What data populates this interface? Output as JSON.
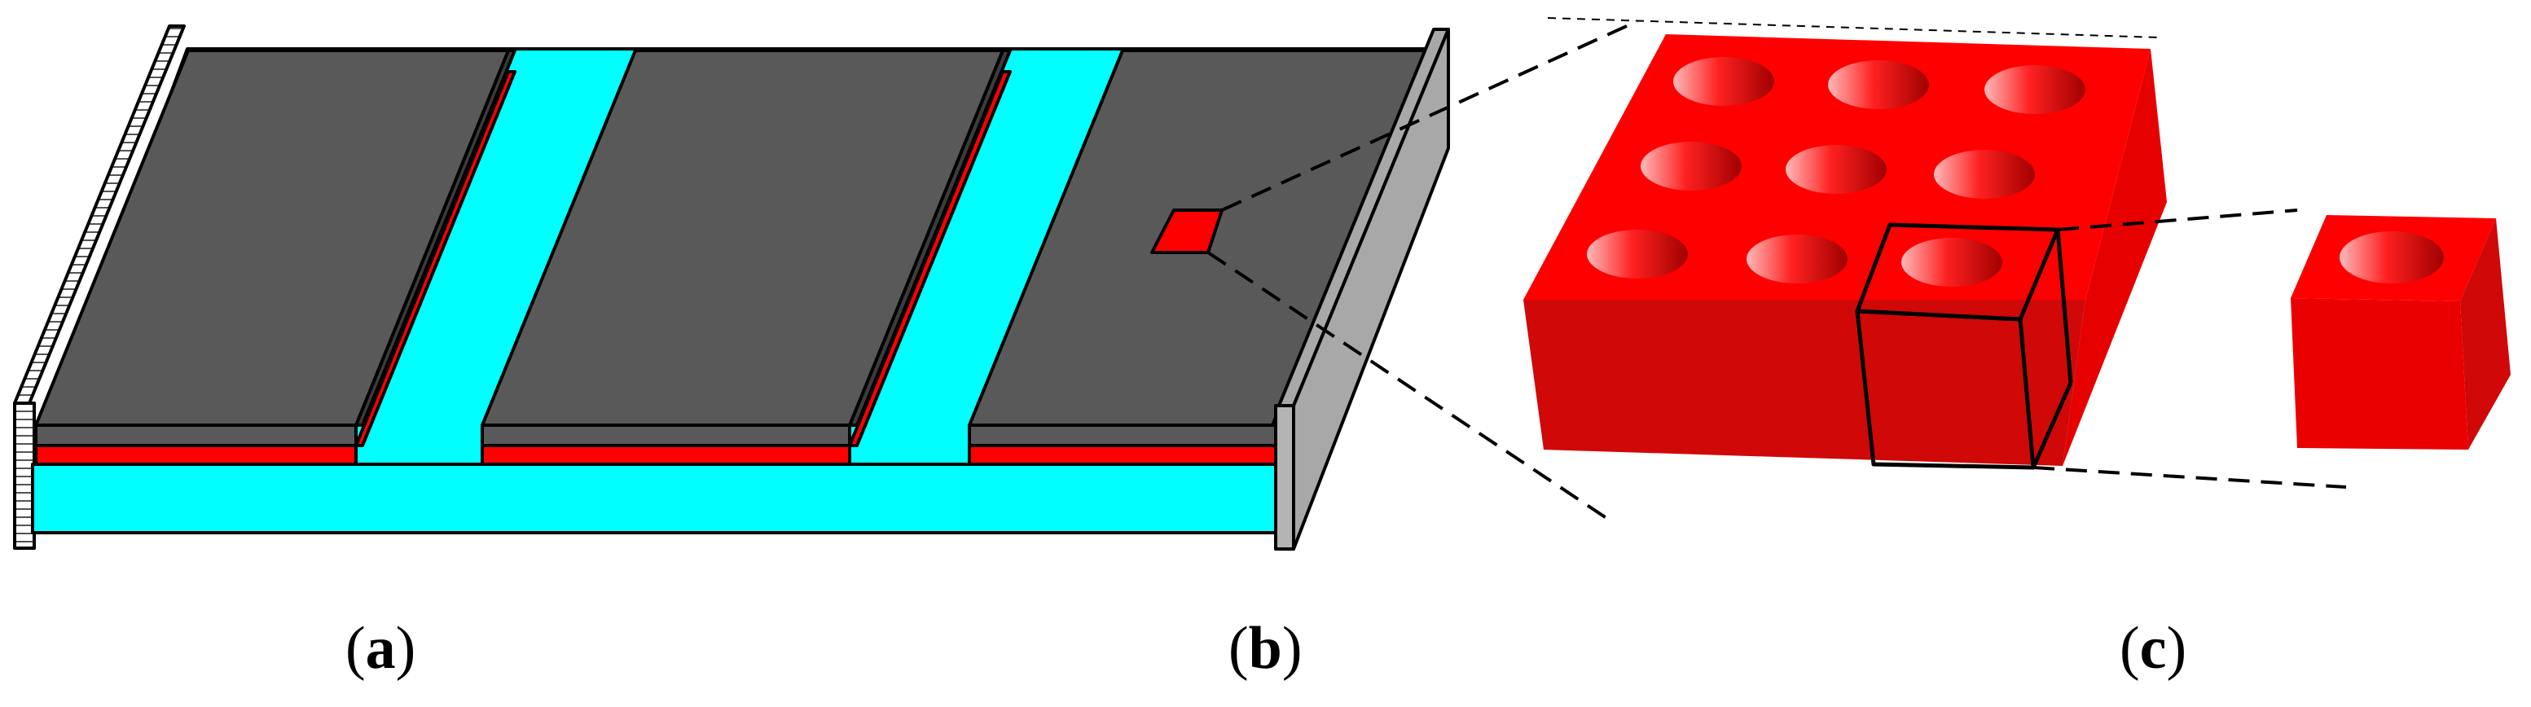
{
  "panels": [
    {
      "id": "a",
      "open": "(",
      "letter": "a",
      "close": ")"
    },
    {
      "id": "b",
      "open": "(",
      "letter": "b",
      "close": ")"
    },
    {
      "id": "c",
      "open": "(",
      "letter": "c",
      "close": ")"
    }
  ],
  "colors": {
    "substrate": "#00ffff",
    "metal_top": "#595959",
    "metal_edge": "#3c3c3c",
    "red_face": "#ff0000",
    "red_side": "#d00808",
    "red_right": "#e40404",
    "edge_plate": "#a8a8a8",
    "outline": "#000000"
  }
}
